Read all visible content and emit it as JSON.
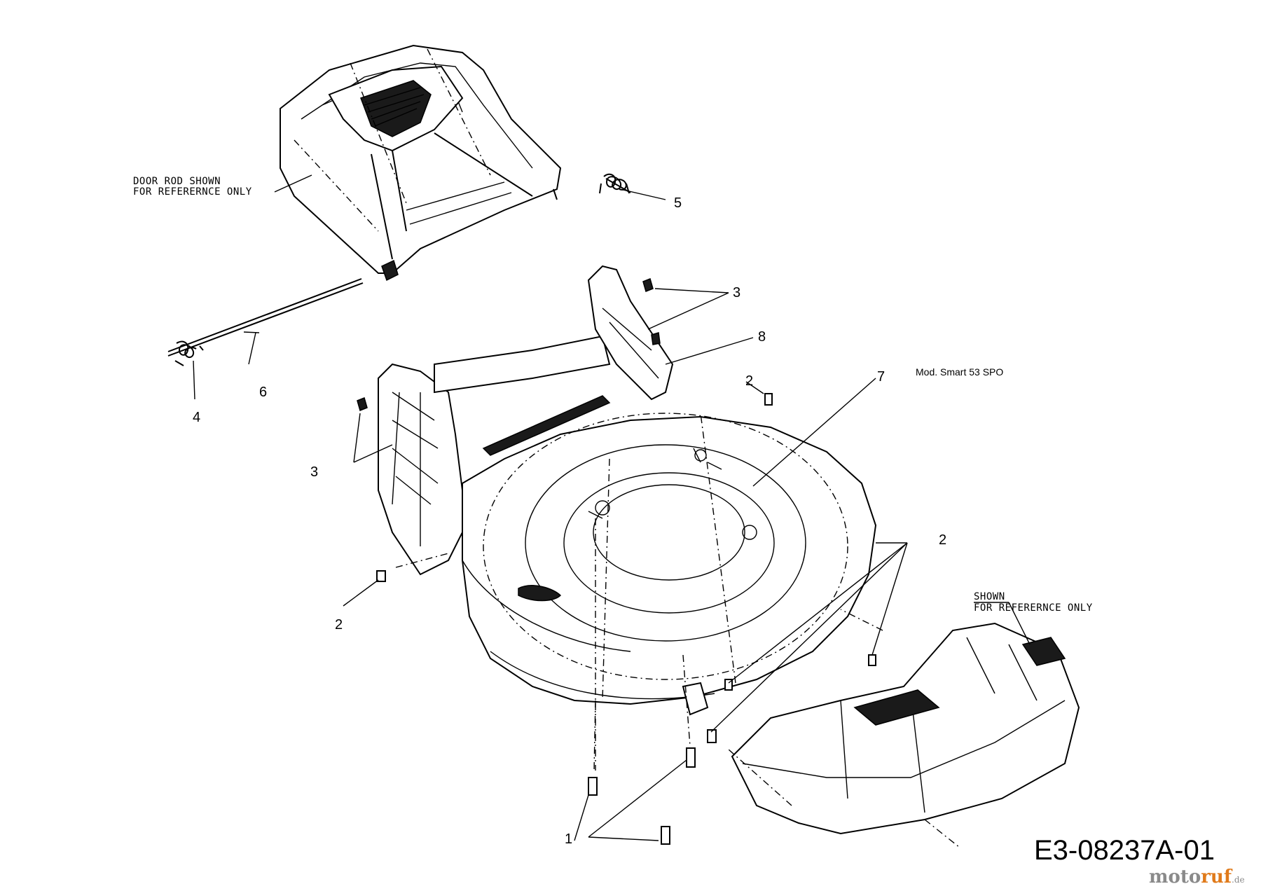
{
  "diagram": {
    "drawing_code": "E3-08237A-01",
    "model": "Mod.  Smart 53 SPO",
    "notes": {
      "door_rod_line1": "DOOR ROD SHOWN",
      "door_rod_line2": "FOR REFERERNCE ONLY",
      "bag_line1": "SHOWN",
      "bag_line2": "FOR REFERERNCE ONLY"
    },
    "callouts": {
      "c1": "1",
      "c2a": "2",
      "c2b": "2",
      "c2c": "2",
      "c3a": "3",
      "c3b": "3",
      "c4": "4",
      "c5": "5",
      "c6": "6",
      "c7": "7",
      "c8": "8"
    },
    "watermark": {
      "part1": "moto",
      "part2": "ruf",
      "part3": ".de"
    }
  }
}
